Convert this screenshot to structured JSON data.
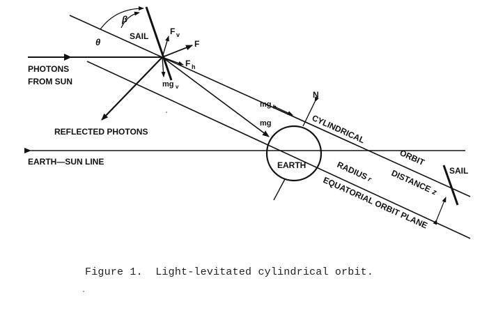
{
  "diagram": {
    "labels": {
      "theta": "θ",
      "beta": "β",
      "sail_top": "SAIL",
      "f_v": "F",
      "f_v_sub": "v",
      "f": "F",
      "f_h": "F",
      "f_h_sub": "h",
      "mg_v": "mg",
      "mg_v_sub": "v",
      "photons_line1": "PHOTONS",
      "photons_line2": "FROM SUN",
      "reflected_photons": "REFLECTED PHOTONS",
      "mg_h": "mg",
      "mg_h_sub": "h",
      "n": "N",
      "mg": "mg",
      "cylindrical": "CYLINDRICAL",
      "orbit": "ORBIT",
      "earth_sun_line": "EARTH—SUN LINE",
      "earth": "EARTH",
      "radius": "RADIUS",
      "radius_var": "r",
      "distance": "DISTANCE",
      "distance_var": "z",
      "equatorial_plane": "EQUATORIAL ORBIT PLANE",
      "sail_right": "SAIL"
    }
  },
  "caption": "Figure 1.  Light-levitated cylindrical orbit."
}
